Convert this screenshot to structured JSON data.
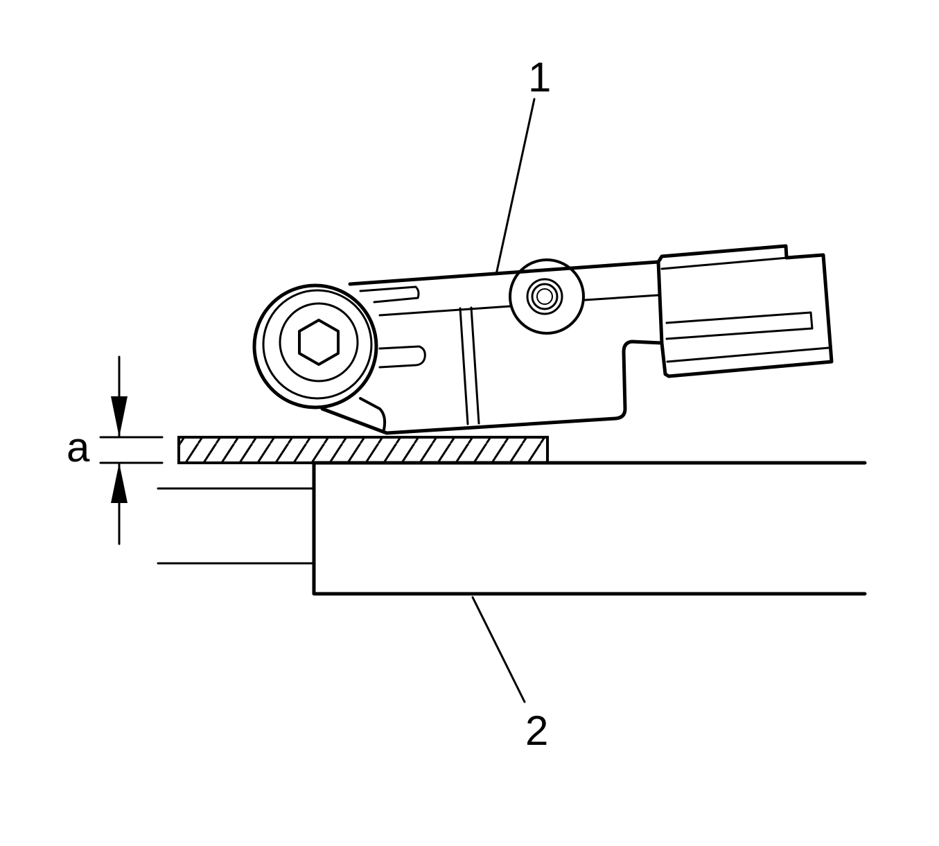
{
  "labels": {
    "part_1": "1",
    "part_2": "2",
    "dimension_a": "a"
  },
  "colors": {
    "line": "#000000",
    "background": "#ffffff"
  },
  "icons": {
    "part_1": "sensor-bracket-icon",
    "shim": "hatched-shim-icon",
    "part_2": "mounting-block-icon"
  }
}
